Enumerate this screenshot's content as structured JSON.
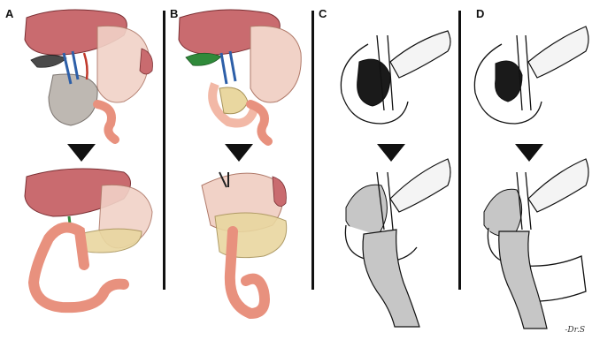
{
  "panels": [
    {
      "label": "A"
    },
    {
      "label": "B"
    },
    {
      "label": "C"
    },
    {
      "label": "D"
    }
  ],
  "signature": "-Dr.S",
  "colors": {
    "liver": "#c96b6f",
    "liver_dark": "#a9494f",
    "stomach": "#f1d2c7",
    "pancreas": "#e9d7a0",
    "bowel": "#e8917e",
    "bowel_light": "#f2b8a6",
    "gall_green": "#2f8a3a",
    "shade_grey": "#b8b1aa",
    "c_fill": "#c6c6c6",
    "ink": "#111111"
  }
}
